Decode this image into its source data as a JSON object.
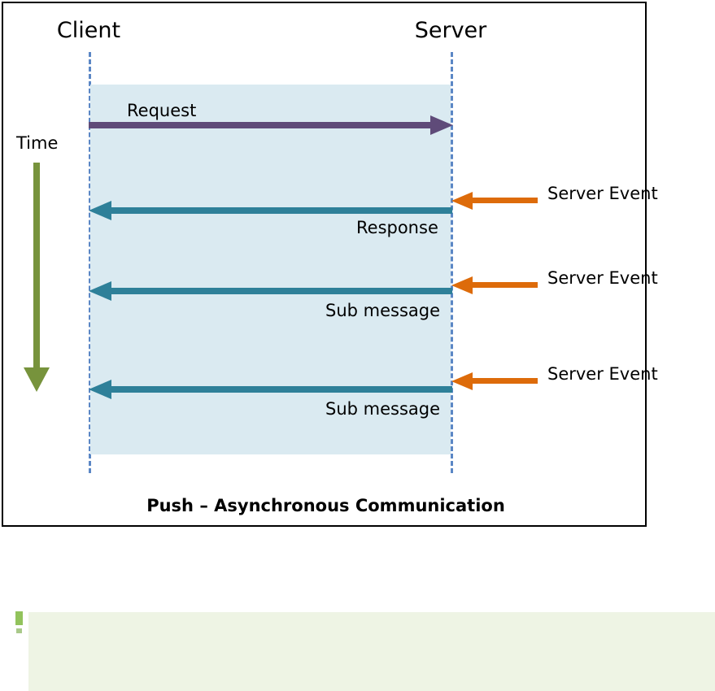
{
  "diagram": {
    "caption": "Push – Asynchronous Communication",
    "time_axis": {
      "label": "Time",
      "direction": "downward",
      "color": "#77933C"
    },
    "lifelines": [
      {
        "name": "client",
        "label": "Client",
        "color": "#5B87C5"
      },
      {
        "name": "server",
        "label": "Server",
        "color": "#5B87C5"
      }
    ],
    "session_band": {
      "color": "#DAEAF1",
      "description": "persistent connection region between client and server"
    },
    "messages": [
      {
        "id": "request",
        "label": "Request",
        "from": "client",
        "to": "server",
        "color": "#5F4B79",
        "direction": "right"
      },
      {
        "id": "response",
        "label": "Response",
        "from": "server",
        "to": "client",
        "color": "#2E8099",
        "direction": "left"
      },
      {
        "id": "sub-message-1",
        "label": "Sub message",
        "from": "server",
        "to": "client",
        "color": "#2E8099",
        "direction": "left"
      },
      {
        "id": "sub-message-2",
        "label": "Sub message",
        "from": "server",
        "to": "client",
        "color": "#2E8099",
        "direction": "left"
      }
    ],
    "server_events": [
      {
        "id": "server-event-1",
        "label": "Server Event",
        "color": "#DD6B0A"
      },
      {
        "id": "server-event-2",
        "label": "Server Event",
        "color": "#DD6B0A"
      },
      {
        "id": "server-event-3",
        "label": "Server Event",
        "color": "#DD6B0A"
      }
    ]
  },
  "note_panel": {
    "text": "",
    "background": "#EEF4E4",
    "accent_color": "#92C35C"
  }
}
